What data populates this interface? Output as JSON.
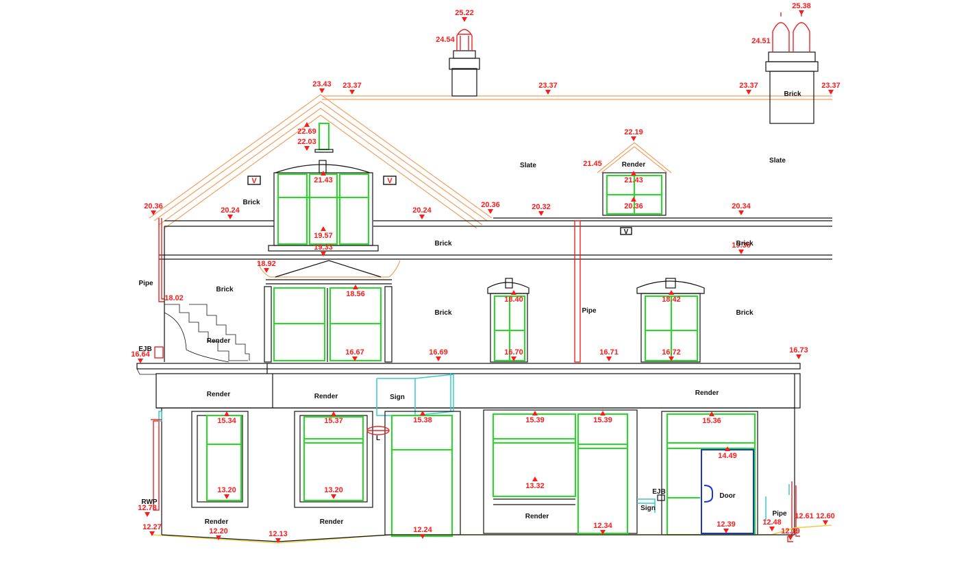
{
  "colors": {
    "level_markers": "#ff1a1a",
    "windows": "#22dd22",
    "roof_edges": "#f0a060",
    "sign": "#33cccc",
    "door": "#1a33dd",
    "ground_line": "#e8d040",
    "linework": "#111111"
  },
  "level_markers": [
    {
      "id": "chimney-left-top",
      "text": "25.22"
    },
    {
      "id": "chimney-left-pot",
      "text": "24.54"
    },
    {
      "id": "chimney-right-top",
      "text": "25.38"
    },
    {
      "id": "chimney-right-pot",
      "text": "24.51"
    },
    {
      "id": "gable-apex",
      "text": "23.43"
    },
    {
      "id": "ridge-1",
      "text": "23.37"
    },
    {
      "id": "ridge-2",
      "text": "23.37"
    },
    {
      "id": "ridge-3",
      "text": "23.37"
    },
    {
      "id": "ridge-4",
      "text": "23.37"
    },
    {
      "id": "gable-vent-top",
      "text": "22.69"
    },
    {
      "id": "gable-vent-bottom",
      "text": "22.03"
    },
    {
      "id": "dormer-apex",
      "text": "22.19"
    },
    {
      "id": "dormer-eaves",
      "text": "21.45"
    },
    {
      "id": "gable-window-head",
      "text": "21.43"
    },
    {
      "id": "dormer-window-head",
      "text": "21.43"
    },
    {
      "id": "eaves-left",
      "text": "20.36"
    },
    {
      "id": "eaves-gable-left",
      "text": "20.24"
    },
    {
      "id": "eaves-gable-right",
      "text": "20.24"
    },
    {
      "id": "eaves-gable-corner",
      "text": "20.36"
    },
    {
      "id": "eaves-mid",
      "text": "20.32"
    },
    {
      "id": "dormer-sill",
      "text": "20.36"
    },
    {
      "id": "eaves-right",
      "text": "20.34"
    },
    {
      "id": "gable-window-sill",
      "text": "19.57"
    },
    {
      "id": "bay-roof-apex",
      "text": "19.33"
    },
    {
      "id": "string-course-right",
      "text": "19.36"
    },
    {
      "id": "bay-cornice",
      "text": "18.92"
    },
    {
      "id": "bay-window-head",
      "text": "18.56"
    },
    {
      "id": "window-head-1",
      "text": "18.40"
    },
    {
      "id": "window-head-2",
      "text": "18.42"
    },
    {
      "id": "pipe-bend",
      "text": "18.02"
    },
    {
      "id": "ejb-upper",
      "text": "16.64"
    },
    {
      "id": "first-floor-1",
      "text": "16.67"
    },
    {
      "id": "first-floor-2",
      "text": "16.69"
    },
    {
      "id": "first-floor-3",
      "text": "16.70"
    },
    {
      "id": "first-floor-4",
      "text": "16.71"
    },
    {
      "id": "first-floor-5",
      "text": "16.72"
    },
    {
      "id": "first-floor-6",
      "text": "16.73"
    },
    {
      "id": "shop-head-1",
      "text": "15.34"
    },
    {
      "id": "shop-head-2",
      "text": "15.37"
    },
    {
      "id": "shop-head-3",
      "text": "15.38"
    },
    {
      "id": "shop-head-4",
      "text": "15.39"
    },
    {
      "id": "shop-head-5",
      "text": "15.39"
    },
    {
      "id": "shop-head-6",
      "text": "15.36"
    },
    {
      "id": "door-head",
      "text": "14.49"
    },
    {
      "id": "shop-sill-1",
      "text": "13.32"
    },
    {
      "id": "window-sill-1",
      "text": "13.20"
    },
    {
      "id": "window-sill-2",
      "text": "13.20"
    },
    {
      "id": "rwp-shoe",
      "text": "12.78"
    },
    {
      "id": "rear-pipe-1",
      "text": "12.61"
    },
    {
      "id": "rear-pipe-2",
      "text": "12.60"
    },
    {
      "id": "rear-step",
      "text": "12.48"
    },
    {
      "id": "ground-1",
      "text": "12.27"
    },
    {
      "id": "ground-2",
      "text": "12.20"
    },
    {
      "id": "ground-3",
      "text": "12.13"
    },
    {
      "id": "ground-4",
      "text": "12.24"
    },
    {
      "id": "ground-5",
      "text": "12.34"
    },
    {
      "id": "ground-6",
      "text": "12.39"
    },
    {
      "id": "ground-7",
      "text": "12.19"
    }
  ],
  "material_labels": [
    {
      "id": "brick-chimney",
      "text": "Brick"
    },
    {
      "id": "slate-1",
      "text": "Slate"
    },
    {
      "id": "slate-2",
      "text": "Slate"
    },
    {
      "id": "render-dormer",
      "text": "Render"
    },
    {
      "id": "brick-gable",
      "text": "Brick"
    },
    {
      "id": "brick-upper-1",
      "text": "Brick"
    },
    {
      "id": "brick-upper-2",
      "text": "Brick"
    },
    {
      "id": "pipe-left",
      "text": "Pipe"
    },
    {
      "id": "brick-first-left",
      "text": "Brick"
    },
    {
      "id": "brick-first-mid",
      "text": "Brick"
    },
    {
      "id": "pipe-mid",
      "text": "Pipe"
    },
    {
      "id": "brick-first-right",
      "text": "Brick"
    },
    {
      "id": "render-steps",
      "text": "Render"
    },
    {
      "id": "ejb-upper",
      "text": "EJB"
    },
    {
      "id": "render-fascia-1",
      "text": "Render"
    },
    {
      "id": "render-fascia-2",
      "text": "Render"
    },
    {
      "id": "sign-upper",
      "text": "Sign"
    },
    {
      "id": "render-fascia-3",
      "text": "Render"
    },
    {
      "id": "light-symbol",
      "text": "L"
    },
    {
      "id": "rwp",
      "text": "RWP"
    },
    {
      "id": "ejb-lower",
      "text": "EJB"
    },
    {
      "id": "sign-lower",
      "text": "Sign"
    },
    {
      "id": "door",
      "text": "Door"
    },
    {
      "id": "pipe-right",
      "text": "Pipe"
    },
    {
      "id": "render-plinth-1",
      "text": "Render"
    },
    {
      "id": "render-plinth-2",
      "text": "Render"
    },
    {
      "id": "render-plinth-3",
      "text": "Render"
    }
  ],
  "vent_markers": [
    {
      "id": "vent-gable-left",
      "text": "V"
    },
    {
      "id": "vent-gable-right",
      "text": "V"
    },
    {
      "id": "vent-dormer",
      "text": "V"
    }
  ]
}
